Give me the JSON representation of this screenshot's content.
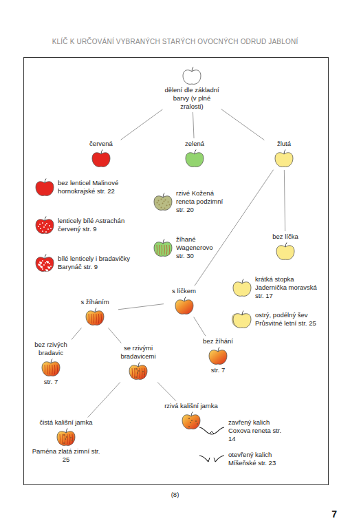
{
  "diagram": {
    "title": "KLÍČ K URČOVÁNÍ VYBRANÝCH STARÝCH OVOCNÝCH ODRUD JABLONÍ",
    "nodes": [
      {
        "text": [
          "dělení dle základní barvy (v plné zralosti)"
        ]
      },
      {
        "text": [
          "červená"
        ]
      },
      {
        "text": [
          "zelená"
        ]
      },
      {
        "text": [
          "žlutá"
        ]
      },
      {
        "text": [
          "bez lenticel Malinové hornokrajské str. 22"
        ]
      },
      {
        "text": [
          "lenticely bílé Astrachán červený str. 9"
        ]
      },
      {
        "text": [
          "bílé lenticely i bradavičky Barynáč str. 9"
        ]
      },
      {
        "text": [
          "rzivé Kožená reneta podzimní str. 20"
        ]
      },
      {
        "text": [
          "žíhané Wagenerovo str. 30"
        ]
      },
      {
        "text": [
          "bez líčka"
        ]
      },
      {
        "text": [
          "krátká stopka Jadernička moravská str. 17"
        ]
      },
      {
        "text": [
          "ostrý, podélný šev Průsvitné letní str. 25"
        ]
      },
      {
        "text": [
          "s líčkem"
        ]
      },
      {
        "text": [
          "s žíháním"
        ]
      },
      {
        "text": [
          "bez žíhání",
          "str. 7"
        ]
      },
      {
        "text": [
          "bez rzivých bradavic",
          "str. 7"
        ]
      },
      {
        "text": [
          "se rzivými bradavicemi"
        ]
      },
      {
        "text": [
          "čistá kališní jamka",
          "Paména zlatá zimní str. 25"
        ]
      },
      {
        "text": [
          "rzivá kališní jamka"
        ]
      },
      {
        "text": [
          "zavřený kalich Coxova reneta str. 14"
        ]
      },
      {
        "text": [
          "otevřený kalich Míšeňské str. 23"
        ]
      }
    ],
    "edges": [
      {
        "from": 0,
        "to": 1,
        "arrow": "none"
      },
      {
        "from": 0,
        "to": 2,
        "arrow": "none"
      },
      {
        "from": 0,
        "to": 3,
        "arrow": "none"
      },
      {
        "from": 3,
        "to": 9,
        "arrow": "none"
      },
      {
        "from": 3,
        "to": 12,
        "arrow": "none"
      },
      {
        "from": 12,
        "to": 13,
        "arrow": "none"
      },
      {
        "from": 12,
        "to": 14,
        "arrow": "none"
      },
      {
        "from": 13,
        "to": 15,
        "arrow": "none"
      },
      {
        "from": 13,
        "to": 16,
        "arrow": "none"
      },
      {
        "from": 16,
        "to": 17,
        "arrow": "none"
      },
      {
        "from": 16,
        "to": 18,
        "arrow": "none"
      }
    ],
    "labels": [
      "(8)",
      "7"
    ]
  }
}
